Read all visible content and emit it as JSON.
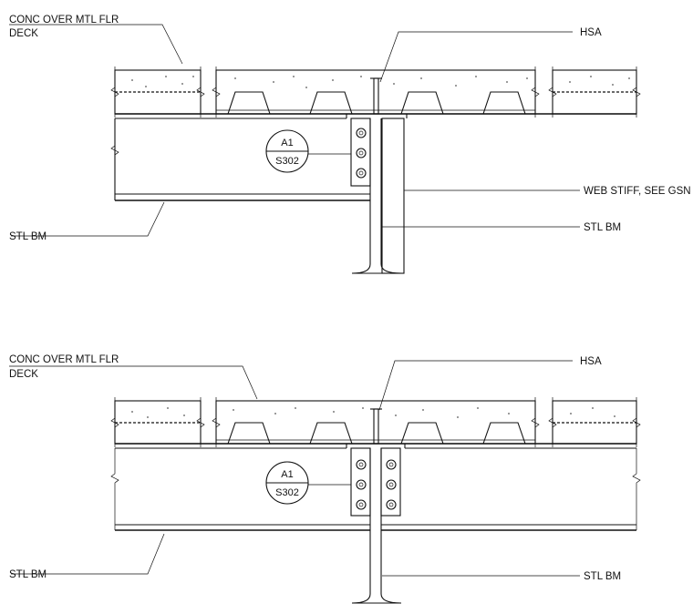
{
  "details": [
    {
      "id": "top",
      "labels": {
        "deck_line1": "CONC OVER MTL FLR",
        "deck_line2": "DECK",
        "hsa": "HSA",
        "web_stiff": "WEB STIFF, SEE GSN",
        "stl_bm_left": "STL BM",
        "stl_bm_right": "STL BM"
      },
      "callout": {
        "top": "A1",
        "bottom": "S302"
      },
      "stiffener_sides": 1
    },
    {
      "id": "bottom",
      "labels": {
        "deck_line1": "CONC OVER MTL FLR",
        "deck_line2": "DECK",
        "hsa": "HSA",
        "stl_bm_left": "STL BM",
        "stl_bm_right": "STL BM"
      },
      "callout": {
        "top": "A1",
        "bottom": "S302"
      },
      "stiffener_sides": 2
    }
  ]
}
